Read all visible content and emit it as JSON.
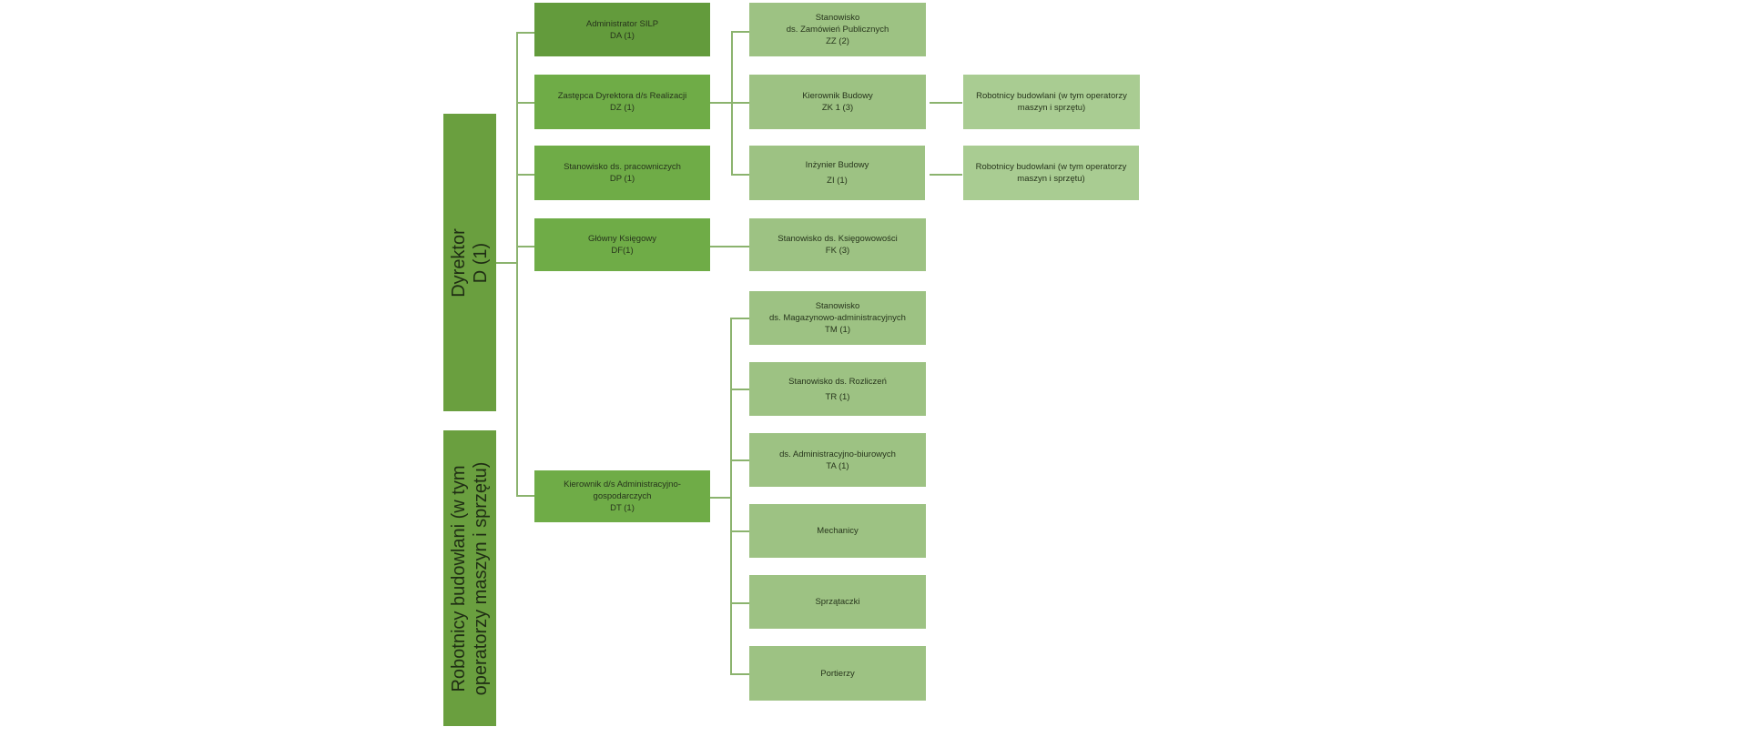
{
  "root": {
    "title": "Dyrektor",
    "code": "D (1)"
  },
  "root_workers": {
    "line1": "Robotnicy budowlani (w tym",
    "line2": "operatorzy maszyn i sprzętu)"
  },
  "level1": [
    {
      "lines": [
        "Administrator SILP",
        "DA (1)"
      ]
    },
    {
      "lines": [
        "Zastępca Dyrektora d/s Realizacji",
        "DZ (1)"
      ]
    },
    {
      "lines": [
        "Stanowisko ds. pracowniczych",
        "DP (1)"
      ]
    },
    {
      "lines": [
        "Główny Księgowy",
        "DF(1)"
      ]
    },
    {
      "lines": [
        "Kierownik d/s Administracyjno-",
        "gospodarczych",
        "DT (1)"
      ]
    }
  ],
  "level2_realizacja": [
    {
      "lines": [
        "Stanowisko",
        "ds. Zamówień Publicznych",
        "ZZ (2)"
      ]
    },
    {
      "lines": [
        "Kierownik Budowy",
        "ZK 1 (3)"
      ]
    },
    {
      "lines": [
        "Inżynier Budowy",
        "ZI (1)"
      ]
    }
  ],
  "level2_ksiegowy": [
    {
      "lines": [
        "Stanowisko ds. Księgowowości",
        "FK (3)"
      ]
    }
  ],
  "level2_admin": [
    {
      "lines": [
        "Stanowisko",
        "ds. Magazynowo-administracyjnych",
        "TM (1)"
      ]
    },
    {
      "lines": [
        "Stanowisko ds. Rozliczeń",
        "TR (1)"
      ]
    },
    {
      "lines": [
        "ds. Administracyjno-biurowych",
        "TA (1)"
      ]
    },
    {
      "lines": [
        "Mechanicy"
      ]
    },
    {
      "lines": [
        "Sprzątaczki"
      ]
    },
    {
      "lines": [
        "Portierzy"
      ]
    }
  ],
  "level3": [
    {
      "lines": [
        "Robotnicy budowlani (w tym operatorzy",
        "maszyn i sprzętu)"
      ]
    },
    {
      "lines": [
        "Robotnicy budowlani (w tym operatorzy",
        "maszyn i sprzętu)"
      ]
    }
  ],
  "colors": {
    "root": "#6a9f3f",
    "level1": "#6fac47",
    "level2": "#9dc283",
    "level3": "#a9cc92",
    "connector": "#8bb36e"
  }
}
